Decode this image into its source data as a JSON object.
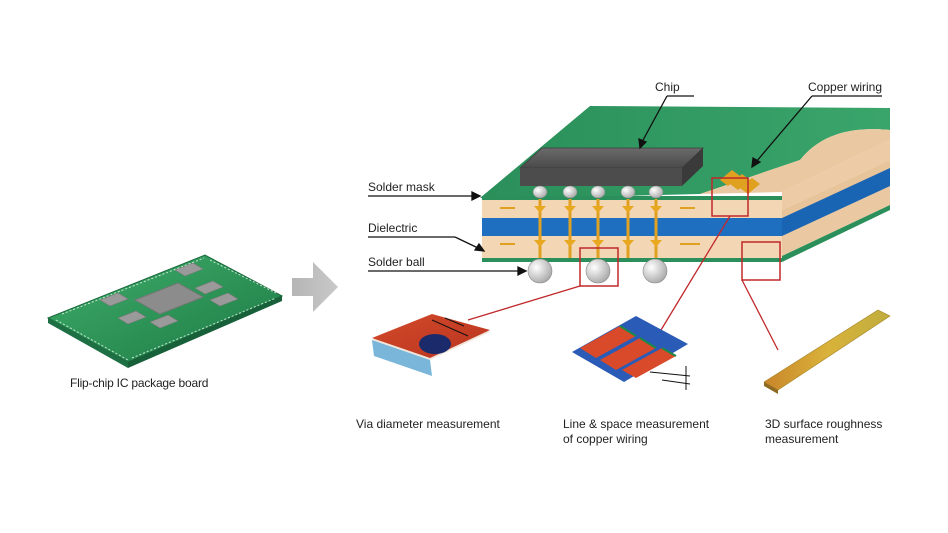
{
  "left_panel": {
    "caption": "Flip-chip IC package board"
  },
  "cross_section": {
    "labels": {
      "chip": "Chip",
      "copper_wiring": "Copper wiring",
      "solder_mask": "Solder mask",
      "dielectric": "Dielectric",
      "solder_ball": "Solder ball"
    },
    "colors": {
      "solder_mask": "#2e8b57",
      "dielectric": "#f3d6b4",
      "core": "#1e6fc0",
      "chip": "#555555",
      "solder_ball": "#d8d8d8",
      "copper": "#e0a020",
      "callout": "#c0282a"
    }
  },
  "measurements": [
    {
      "caption_lines": [
        "Via diameter measurement"
      ]
    },
    {
      "caption_lines": [
        "Line & space measurement",
        "of copper wiring"
      ]
    },
    {
      "caption_lines": [
        "3D surface roughness",
        "measurement"
      ]
    }
  ]
}
